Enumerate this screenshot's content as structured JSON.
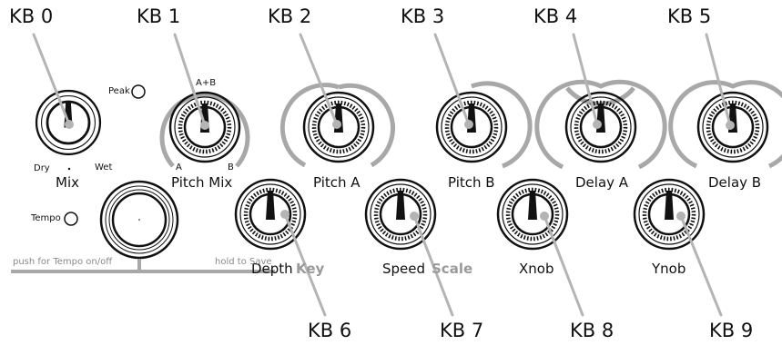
{
  "callouts": {
    "kb0": "KB 0",
    "kb1": "KB 1",
    "kb2": "KB 2",
    "kb3": "KB 3",
    "kb4": "KB 4",
    "kb5": "KB 5",
    "kb6": "KB 6",
    "kb7": "KB 7",
    "kb8": "KB 8",
    "kb9": "KB 9"
  },
  "labels": {
    "mix": "Mix",
    "dry": "Dry",
    "wet": "Wet",
    "peak": "Peak",
    "pitch_mix": "Pitch Mix",
    "a_plus_b": "A+B",
    "a": "A",
    "b": "B",
    "pitch_a": "Pitch A",
    "pitch_b": "Pitch B",
    "delay_a": "Delay A",
    "delay_b": "Delay B",
    "tempo": "Tempo",
    "depth": "Depth",
    "key": "Key",
    "speed": "Speed",
    "scale": "Scale",
    "xnob": "Xnob",
    "ynob": "Ynob",
    "push_tempo": "push for Tempo on/off",
    "hold_save": "hold to Save"
  },
  "colors": {
    "ink": "#111111",
    "arc": "#a8a8a8",
    "pointer": "#b4b4b4",
    "muted": "#8a8a8a"
  }
}
